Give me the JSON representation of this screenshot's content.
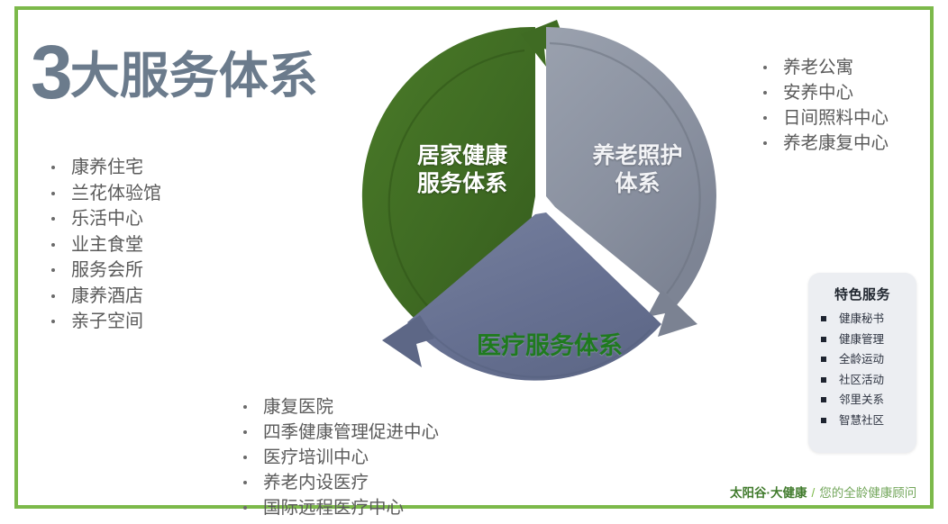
{
  "title": {
    "number": "3",
    "rest": "大服务体系"
  },
  "colors": {
    "frame_green": "#7cb94a",
    "segment_green": "#3f6b23",
    "segment_gray_upper": "#8a91a0",
    "segment_gray_lower": "#667091",
    "title_gray": "#6b7b8c",
    "medical_label_green": "#1f7a1f",
    "footer_green": "#4b8a34"
  },
  "lists": {
    "home_services": [
      "康养住宅",
      "兰花体验馆",
      "乐活中心",
      "业主食堂",
      "服务会所",
      "康养酒店",
      "亲子空间"
    ],
    "elder_care": [
      "养老公寓",
      "安养中心",
      "日间照料中心",
      "养老康复中心"
    ],
    "medical_services": [
      "康复医院",
      "四季健康管理促进中心",
      "医疗培训中心",
      "养老内设医疗",
      "国际远程医疗中心"
    ]
  },
  "cycle": {
    "segments": [
      {
        "id": "home",
        "line1": "居家健康",
        "line2": "服务体系",
        "color": "#3f6b23"
      },
      {
        "id": "elder",
        "line1": "养老照护",
        "line2": "体系",
        "color": "#8a91a0"
      },
      {
        "id": "medical",
        "line1": "医疗服务体系",
        "line2": "",
        "color": "#667091"
      }
    ]
  },
  "special": {
    "title": "特色服务",
    "items": [
      "健康秘书",
      "健康管理",
      "全龄运动",
      "社区活动",
      "邻里关系",
      "智慧社区"
    ]
  },
  "footer": {
    "brand": "太阳谷·大健康",
    "separator": "/",
    "tagline": "您的全龄健康顾问"
  }
}
